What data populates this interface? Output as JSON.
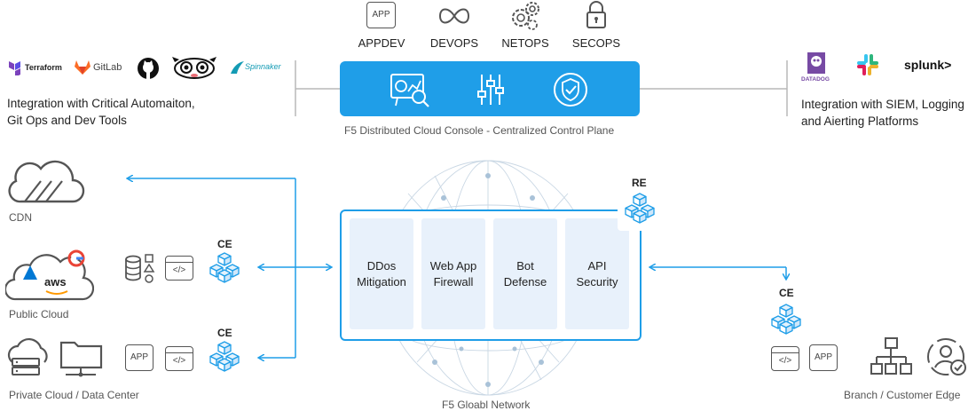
{
  "top_icons": [
    {
      "icon": "app-icon",
      "label": "APPDEV",
      "icon_text": "APP"
    },
    {
      "icon": "infinity-icon",
      "label": "DEVOPS"
    },
    {
      "icon": "gears-icon",
      "label": "NETOPS"
    },
    {
      "icon": "lock-icon",
      "label": "SECOPS"
    }
  ],
  "console": {
    "caption": "F5 Distributed Cloud Console - Centralized Control Plane",
    "icons": [
      "dashboard-icon",
      "sliders-icon",
      "shield-check-icon"
    ]
  },
  "left_integration": {
    "logos": [
      {
        "icon": "terraform-logo",
        "text": "Terraform"
      },
      {
        "icon": "gitlab-logo",
        "text": "GitLab"
      },
      {
        "icon": "github-logo"
      },
      {
        "icon": "argo-logo"
      },
      {
        "icon": "spinnaker-logo",
        "text": "Spinnaker"
      }
    ],
    "line1": "Integration with Critical Automaiton,",
    "line2": "Git Ops and Dev Tools"
  },
  "right_integration": {
    "logos": [
      {
        "icon": "datadog-logo",
        "text": "DATADOG"
      },
      {
        "icon": "slack-logo"
      },
      {
        "icon": "splunk-logo",
        "text": "splunk>"
      }
    ],
    "line1": "Integration with SIEM, Logging",
    "line2": "and Aierting Platforms"
  },
  "left_nodes": {
    "cdn": "CDN",
    "public_cloud": "Public Cloud",
    "public_cloud_aws": "aws",
    "private_cloud": "Private Cloud / Data Center",
    "ce1": "CE",
    "ce2": "CE",
    "app_text": "APP",
    "code_text": "</>"
  },
  "services": [
    {
      "label": "DDos\nMitigation"
    },
    {
      "label": "Web App\nFirewall"
    },
    {
      "label": "Bot\nDefense"
    },
    {
      "label": "API\nSecurity"
    }
  ],
  "re_label": "RE",
  "network_caption": "F5 Gloabl Network",
  "right_nodes": {
    "ce": "CE",
    "app_text": "APP",
    "code_text": "</>",
    "caption": "Branch / Customer Edge"
  },
  "colors": {
    "accent": "#1f9ee8",
    "service_bg": "#e8f1fb",
    "icon_gray": "#555555"
  }
}
